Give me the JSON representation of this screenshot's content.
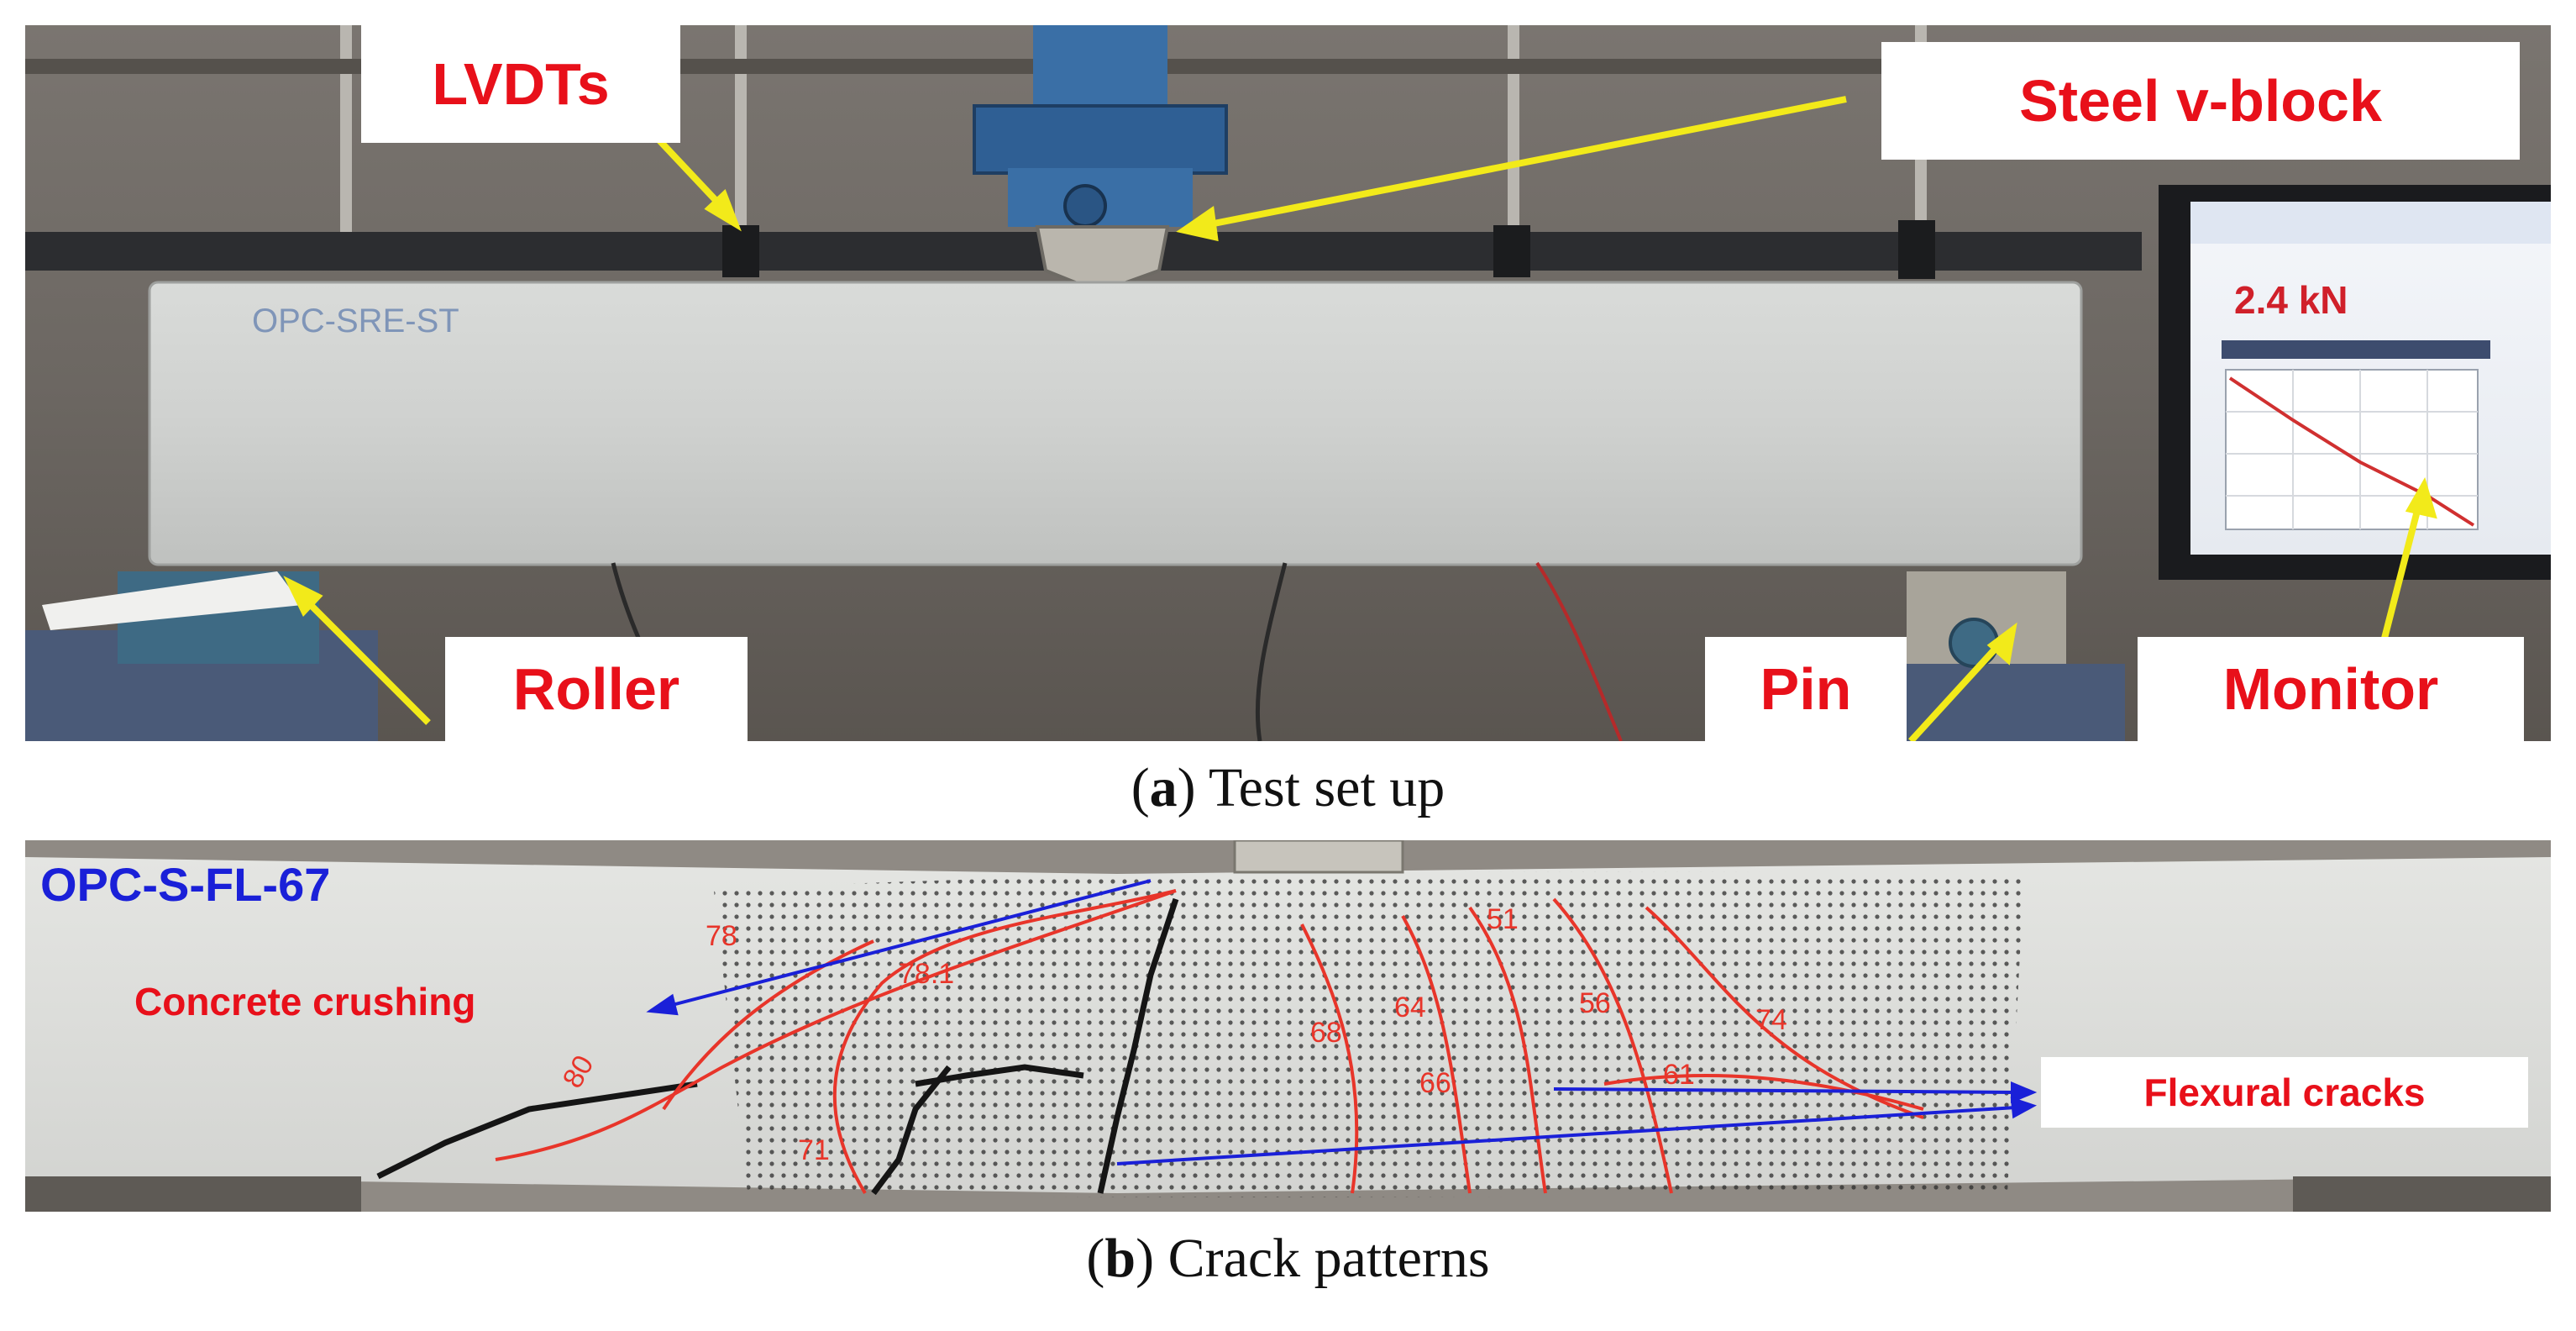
{
  "panel_a": {
    "labels": {
      "lvdts": "LVDTs",
      "steel_v_block": "Steel v-block",
      "roller": "Roller",
      "pin": "Pin",
      "monitor": "Monitor"
    },
    "specimen_marking": "OPC-SRE-ST",
    "monitor_readout": "2.4 kN",
    "caption_letter": "a",
    "caption_text": " Test set up"
  },
  "panel_b": {
    "specimen_id": "OPC-S-FL-67",
    "labels": {
      "concrete_crushing": "Concrete crushing",
      "flexural_cracks": "Flexural cracks"
    },
    "crack_load_marks": [
      "78",
      "78.1",
      "80",
      "71",
      "68",
      "64",
      "66",
      "51",
      "56",
      "61",
      "74"
    ],
    "caption_letter": "b",
    "caption_text": " Crack patterns"
  },
  "colors": {
    "annotation_red": "#e8101a",
    "arrow_yellow": "#f2ea1a",
    "arrow_blue": "#1a20d8",
    "crack_red": "#e8352a"
  }
}
